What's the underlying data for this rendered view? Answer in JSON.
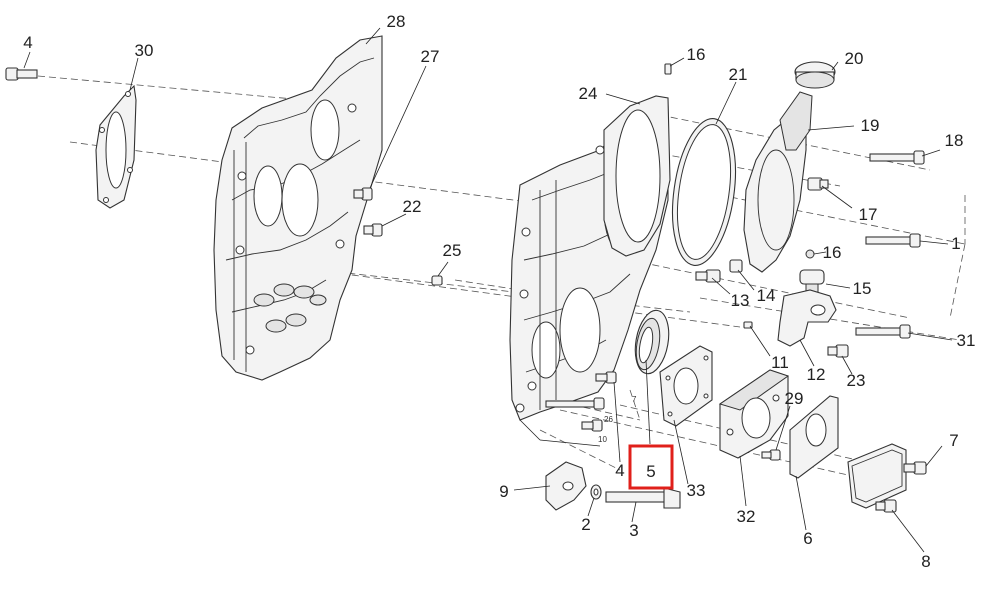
{
  "diagram": {
    "callouts": [
      {
        "id": "c4a",
        "text": "4"
      },
      {
        "id": "c30",
        "text": "30"
      },
      {
        "id": "c28",
        "text": "28"
      },
      {
        "id": "c27",
        "text": "27"
      },
      {
        "id": "c22",
        "text": "22"
      },
      {
        "id": "c25",
        "text": "25"
      },
      {
        "id": "c16a",
        "text": "16"
      },
      {
        "id": "c20",
        "text": "20"
      },
      {
        "id": "c21",
        "text": "21"
      },
      {
        "id": "c24",
        "text": "24"
      },
      {
        "id": "c19",
        "text": "19"
      },
      {
        "id": "c18",
        "text": "18"
      },
      {
        "id": "c17",
        "text": "17"
      },
      {
        "id": "c16b",
        "text": "16"
      },
      {
        "id": "c1",
        "text": "1"
      },
      {
        "id": "c15",
        "text": "15"
      },
      {
        "id": "c13",
        "text": "13"
      },
      {
        "id": "c14",
        "text": "14"
      },
      {
        "id": "c31",
        "text": "31"
      },
      {
        "id": "c11",
        "text": "11"
      },
      {
        "id": "c12",
        "text": "12"
      },
      {
        "id": "c23",
        "text": "23"
      },
      {
        "id": "c29",
        "text": "29"
      },
      {
        "id": "c7",
        "text": "7"
      },
      {
        "id": "c4b",
        "text": "4"
      },
      {
        "id": "c5",
        "text": "5"
      },
      {
        "id": "c33",
        "text": "33"
      },
      {
        "id": "c9",
        "text": "9"
      },
      {
        "id": "c2",
        "text": "2"
      },
      {
        "id": "c3",
        "text": "3"
      },
      {
        "id": "c32",
        "text": "32"
      },
      {
        "id": "c6",
        "text": "6"
      },
      {
        "id": "c8",
        "text": "8"
      }
    ],
    "small_labels": [
      {
        "id": "s26",
        "text": "26"
      },
      {
        "id": "s10",
        "text": "10"
      },
      {
        "id": "s7",
        "text": "7"
      }
    ],
    "highlight": {
      "label": "5",
      "color": "#e0201b"
    }
  }
}
